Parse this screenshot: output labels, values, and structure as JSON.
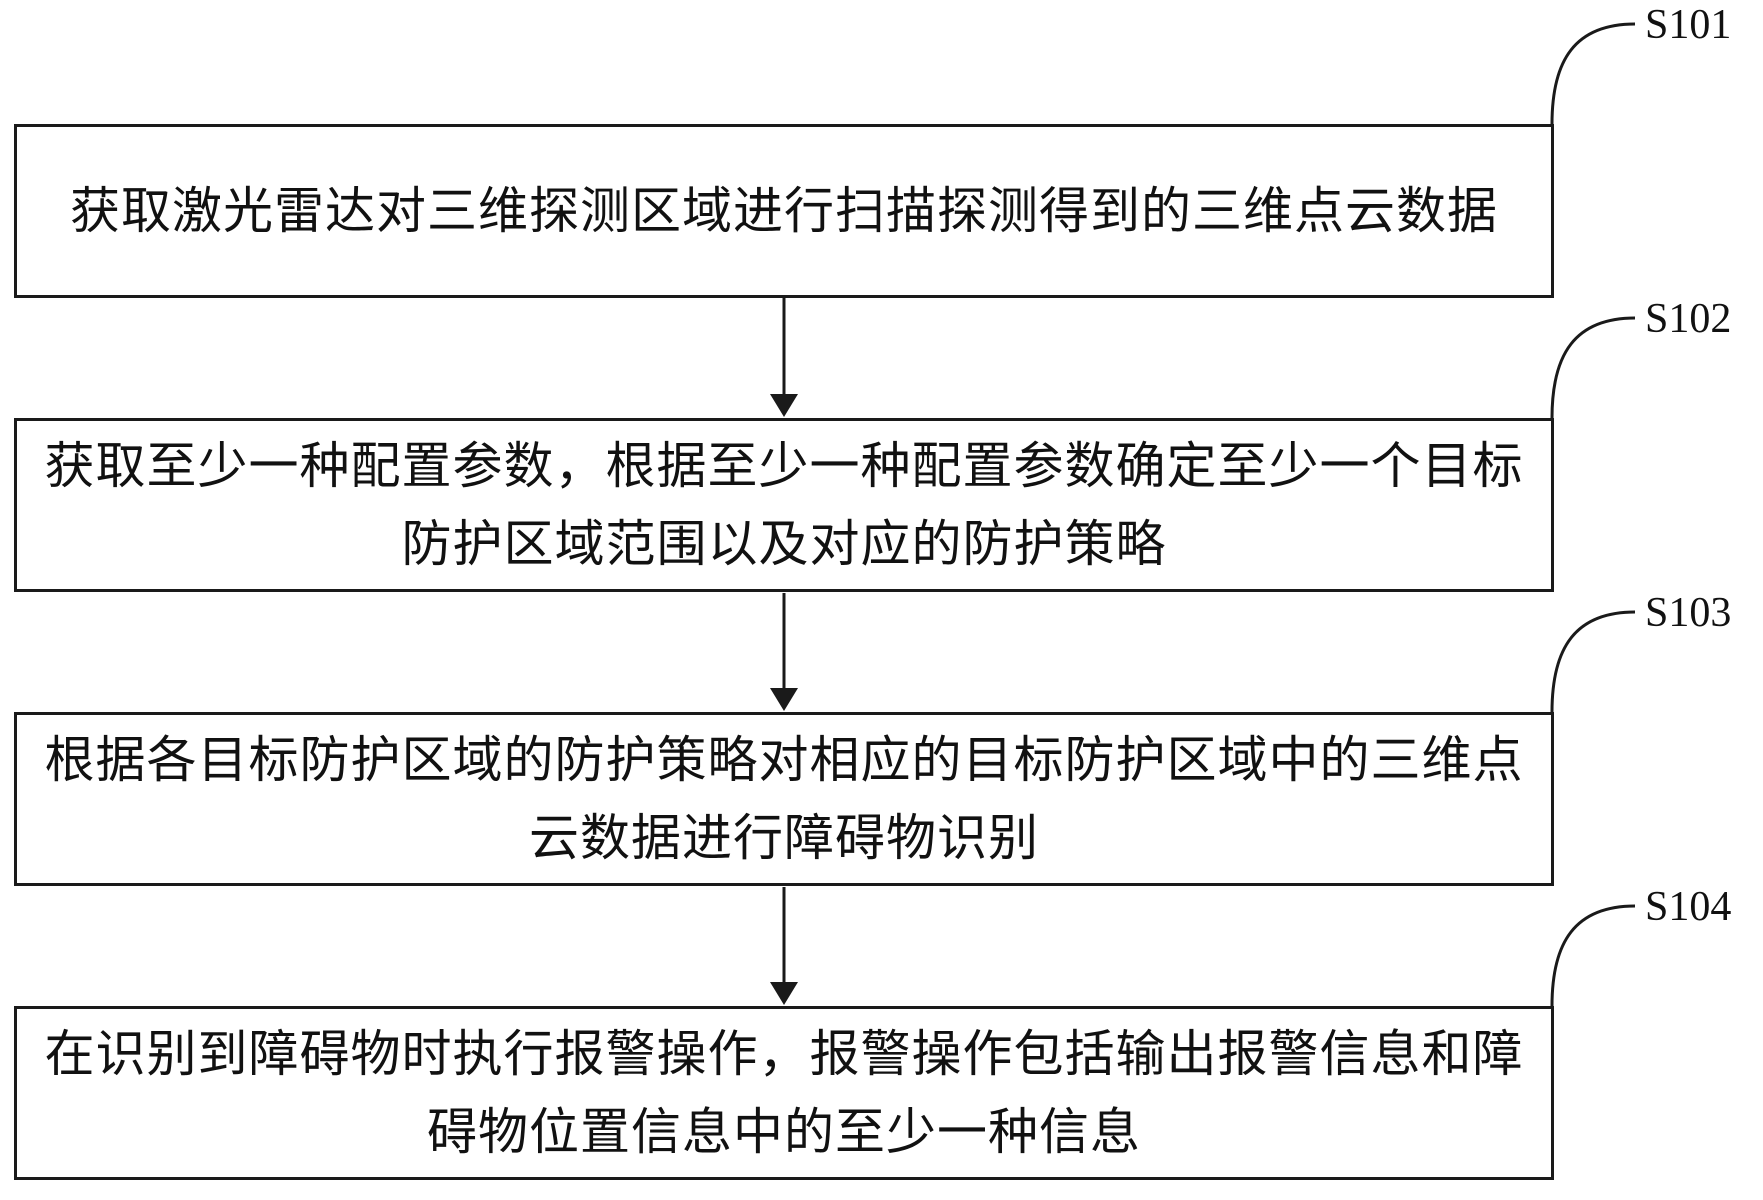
{
  "steps": [
    {
      "id": "S101",
      "label": "S101",
      "text": "获取激光雷达对三维探测区域进行扫描探测得到的三维点云数据"
    },
    {
      "id": "S102",
      "label": "S102",
      "text": "获取至少一种配置参数，根据至少一种配置参数确定至少一个目标防护区域范围以及对应的防护策略"
    },
    {
      "id": "S103",
      "label": "S103",
      "text": "根据各目标防护区域的防护策略对相应的目标防护区域中的三维点云数据进行障碍物识别"
    },
    {
      "id": "S104",
      "label": "S104",
      "text": "在识别到障碍物时执行报警操作，报警操作包括输出报警信息和障碍物位置信息中的至少一种信息"
    }
  ],
  "colors": {
    "stroke": "#1a1a1a",
    "background": "#ffffff",
    "text": "#111111"
  }
}
